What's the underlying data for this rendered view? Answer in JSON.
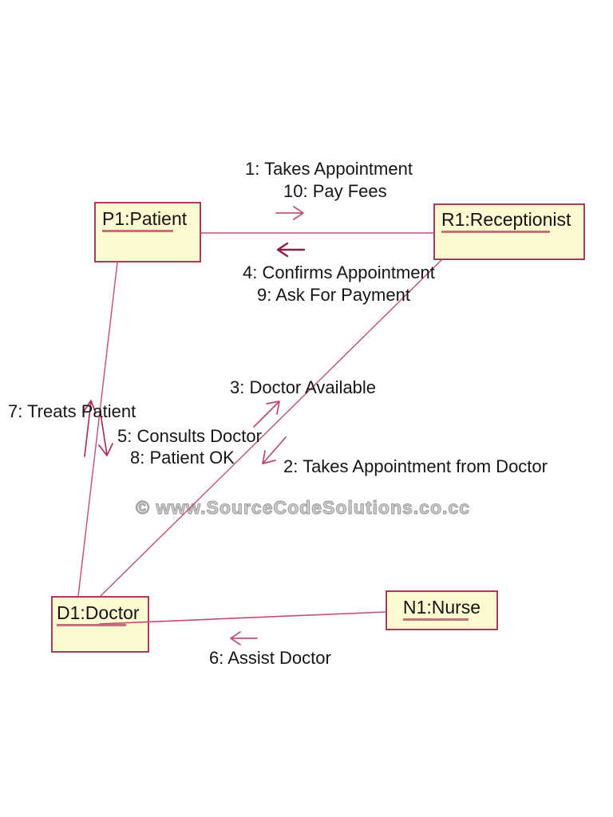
{
  "diagram": {
    "kind": "uml-collaboration-diagram",
    "watermark": "© www.SourceCodeSolutions.co.cc"
  },
  "objects": [
    {
      "id": "P1",
      "label": "P1:Patient"
    },
    {
      "id": "R1",
      "label": "R1:Receptionist"
    },
    {
      "id": "D1",
      "label": "D1:Doctor"
    },
    {
      "id": "N1",
      "label": "N1:Nurse"
    }
  ],
  "messages": [
    {
      "seq": 1,
      "text": "1: Takes Appointment",
      "from": "P1:Patient",
      "to": "R1:Receptionist"
    },
    {
      "seq": 10,
      "text": "10: Pay Fees",
      "from": "P1:Patient",
      "to": "R1:Receptionist"
    },
    {
      "seq": 4,
      "text": "4: Confirms Appointment",
      "from": "R1:Receptionist",
      "to": "P1:Patient"
    },
    {
      "seq": 9,
      "text": "9: Ask For Payment",
      "from": "R1:Receptionist",
      "to": "P1:Patient"
    },
    {
      "seq": 3,
      "text": "3: Doctor Available",
      "from": "D1:Doctor",
      "to": "R1:Receptionist"
    },
    {
      "seq": 7,
      "text": "7: Treats Patient",
      "from": "D1:Doctor",
      "to": "P1:Patient"
    },
    {
      "seq": 5,
      "text": "5: Consults Doctor",
      "from": "P1:Patient",
      "to": "D1:Doctor"
    },
    {
      "seq": 8,
      "text": "8: Patient OK",
      "from": "P1:Patient",
      "to": "D1:Doctor"
    },
    {
      "seq": 2,
      "text": "2: Takes Appointment from Doctor",
      "from": "R1:Receptionist",
      "to": "D1:Doctor"
    },
    {
      "seq": 6,
      "text": "6: Assist Doctor",
      "from": "N1:Nurse",
      "to": "D1:Doctor"
    }
  ],
  "colors": {
    "box_fill": "#fdf9d0",
    "box_border": "#a93a5c",
    "link_line": "#c04f72",
    "arrow": "#b03a5f",
    "arrow_dark": "#8e1c44",
    "name_underline": "#c4737b",
    "text": "#161616",
    "watermark": "#9a9a9a"
  }
}
